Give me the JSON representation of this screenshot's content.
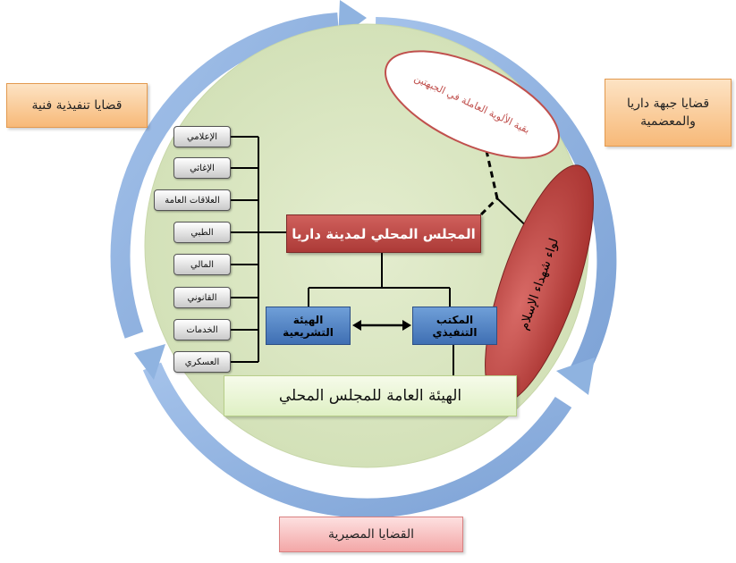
{
  "outer_labels": {
    "top_left": "قضايا تنفيذية فنية",
    "top_right": "قضايا جبهة داريا والمعضمية",
    "bottom": "القضايا المصيرية"
  },
  "center": {
    "council": "المجلس المحلي لمدينة داريا",
    "legislative": "الهيئة التشريعية",
    "executive": "المكتب التنفيذي",
    "general_assembly": "الهيئة العامة للمجلس المحلي"
  },
  "ellipses": {
    "white": "بقية الألوية العاملة في الجبهتين",
    "red": "لواء شهداء الإسلام"
  },
  "departments": [
    "الإعلامي",
    "الإغاثي",
    "العلاقات العامة",
    "الطبي",
    "المالي",
    "القانوني",
    "الخدمات",
    "العسكري"
  ],
  "colors": {
    "ring": "#8fb3e0",
    "disc": "#d6e3bc",
    "council": "#c0504d",
    "blue_box": "#4f81bd",
    "red_ellipse": "#c0504d",
    "orange_box": "#f9c08a",
    "pink_box": "#f4b6b6",
    "green_box": "#ebf5d5"
  }
}
